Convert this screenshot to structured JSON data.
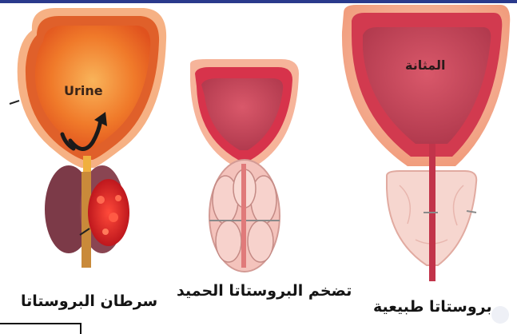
{
  "labels": {
    "urine": "Urine",
    "bladder": "المثانة"
  },
  "captions": {
    "cancer": "سرطان البروستاتا",
    "bph": "تضخم البروستاتا الحميد",
    "normal": "بروستاتا طبيعية"
  },
  "colors": {
    "header_rule": "#2a3a8c",
    "bladder_outer": "#f3a27a",
    "bladder_wall": "#d8334a",
    "bladder_inner": "#c9455a",
    "cancer_bladder_fill": "#f07a2a",
    "urine_yellow": "#f7c531",
    "prostate_pink": "#f4c9c4",
    "prostate_dark": "#7a3a46",
    "tumor_red": "#d81e1e"
  }
}
